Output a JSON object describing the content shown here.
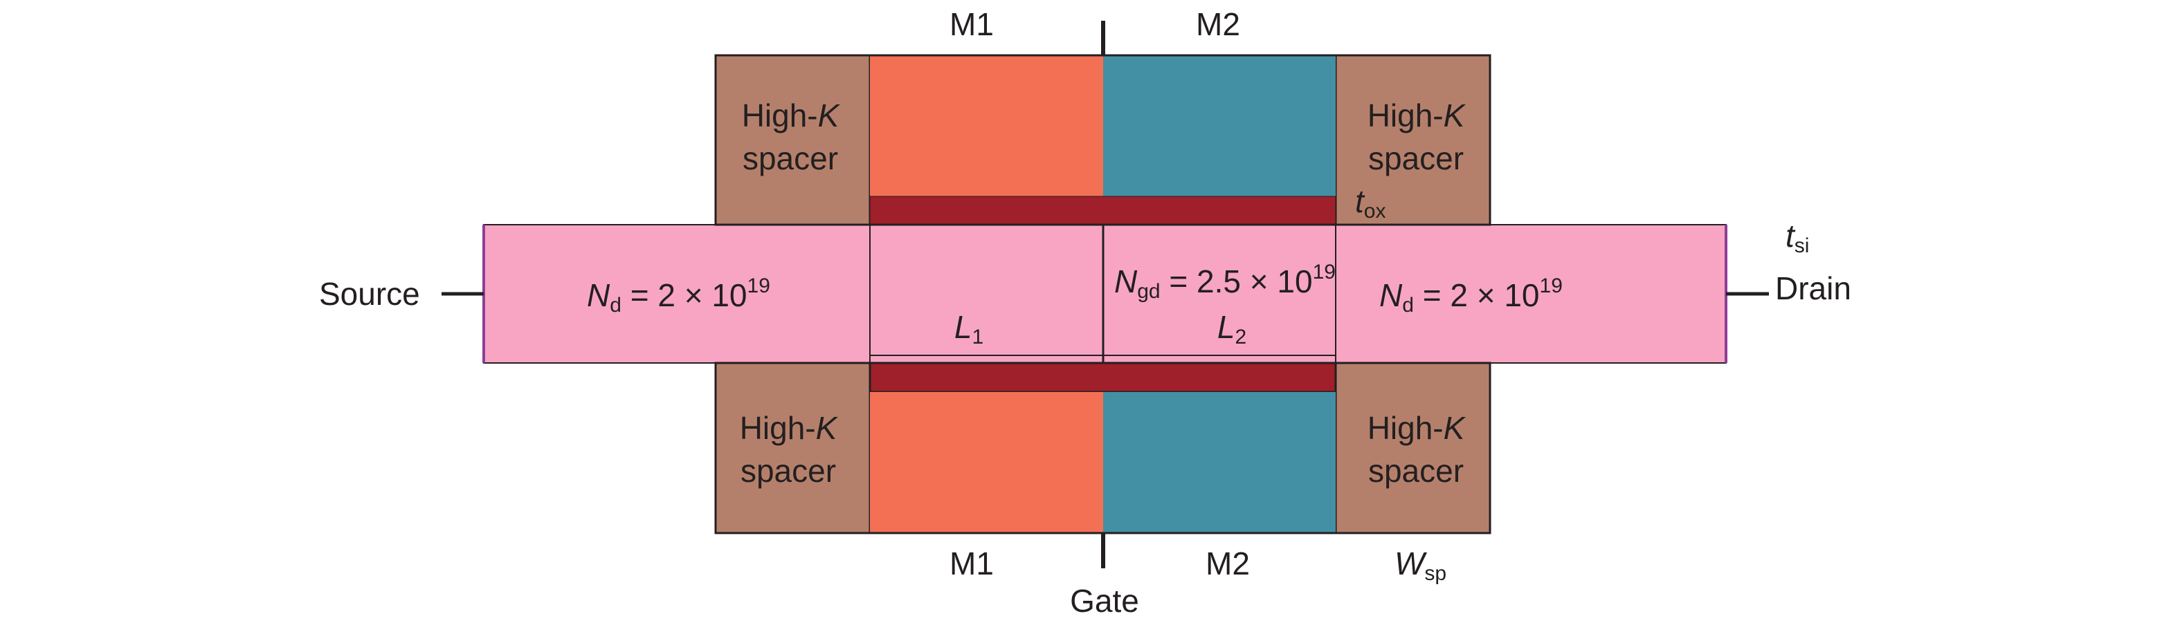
{
  "colors": {
    "spacer": "#b5806b",
    "metal1": "#f37055",
    "metal2": "#438fa4",
    "oxide": "#9f1f2a",
    "silicon": "#f7a5c3",
    "outline": "#231f20",
    "channel_edge": "#8e3f97"
  },
  "labels": {
    "metal1_top": "M1",
    "metal2_top": "M2",
    "metal1_bottom": "M1",
    "metal2_bottom": "M2",
    "source": "Source",
    "drain": "Drain",
    "gate": "Gate",
    "spacer": {
      "line1_prefix": "High-",
      "line1_italic": "K",
      "line2": "spacer"
    },
    "tox": {
      "symbol": "t",
      "sub": "ox"
    },
    "tsi": {
      "symbol": "t",
      "sub": "si"
    },
    "wsp": {
      "symbol": "W",
      "sub": "sp"
    },
    "l1": {
      "symbol": "L",
      "sub": "1"
    },
    "l2": {
      "symbol": "L",
      "sub": "2"
    },
    "nd_left": {
      "symbol": "N",
      "sub": "d",
      "rest": " = 2 × 10",
      "exp": "19"
    },
    "ngd": {
      "symbol": "N",
      "sub": "gd",
      "rest": " = 2.5 × 10",
      "exp": "19"
    },
    "nd_right": {
      "symbol": "N",
      "sub": "d",
      "rest": " = 2 × 10",
      "exp": "19"
    }
  }
}
